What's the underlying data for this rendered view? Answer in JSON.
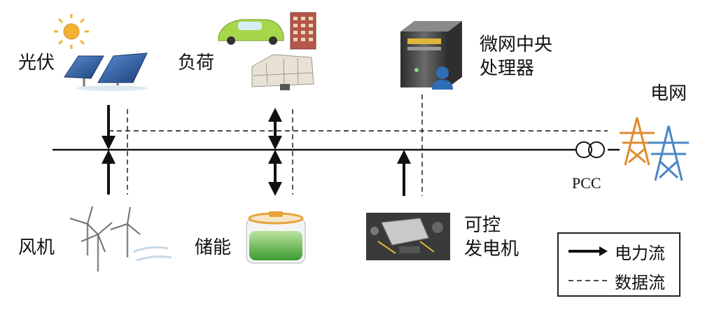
{
  "labels": {
    "pv": "光伏",
    "load": "负荷",
    "mgcc_line1": "微网中央",
    "mgcc_line2": "处理器",
    "grid": "电网",
    "pcc": "PCC",
    "wind": "风机",
    "storage": "储能",
    "gen_line1": "可控",
    "gen_line2": "发电机"
  },
  "legend": {
    "power_flow": "电力流",
    "data_flow": "数据流"
  },
  "colors": {
    "line": "#111111",
    "sun": "#f2b233",
    "panel": "#2c5aa0",
    "battery": "#3fa535",
    "battery_cap": "#e8a23a",
    "tower_orange": "#e08a2e",
    "tower_blue": "#4a86c5",
    "server": "#4a4a4a",
    "user": "#2f6db5"
  },
  "icons": {
    "pv": "solar-panel-icon",
    "load": "car-building-house-icon",
    "mgcc": "server-user-icon",
    "grid": "power-tower-icon",
    "wind": "wind-turbine-icon",
    "storage": "battery-icon",
    "generator": "engine-icon",
    "pcc": "transformer-icon"
  }
}
